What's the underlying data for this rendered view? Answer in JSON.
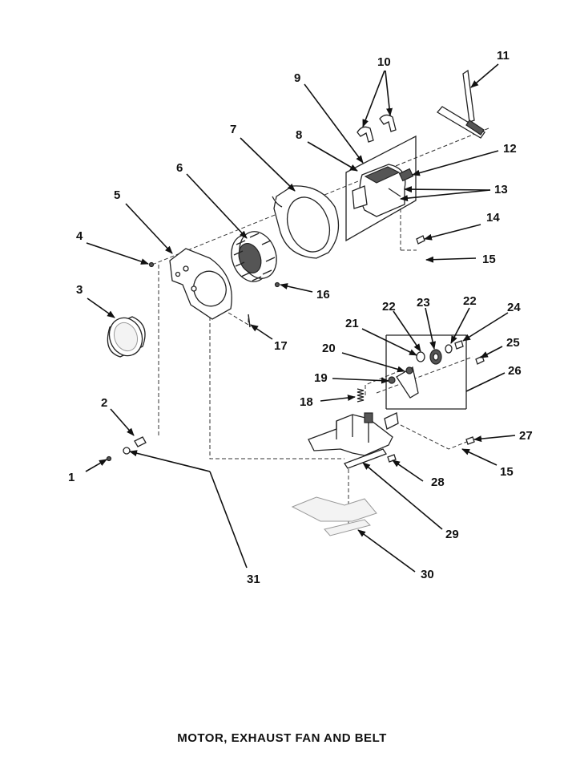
{
  "diagram": {
    "caption": "MOTOR, EXHAUST FAN AND BELT",
    "callouts": {
      "c1": "1",
      "c2": "2",
      "c3": "3",
      "c4": "4",
      "c5": "5",
      "c6": "6",
      "c7": "7",
      "c8": "8",
      "c9": "9",
      "c10": "10",
      "c11": "11",
      "c12": "12",
      "c13": "13",
      "c14": "14",
      "c15a": "15",
      "c15b": "15",
      "c16": "16",
      "c17": "17",
      "c18": "18",
      "c19": "19",
      "c20": "20",
      "c21": "21",
      "c22a": "22",
      "c22b": "22",
      "c23": "23",
      "c24": "24",
      "c25": "25",
      "c26": "26",
      "c27": "27",
      "c28": "28",
      "c29": "29",
      "c30": "30",
      "c31": "31"
    }
  }
}
